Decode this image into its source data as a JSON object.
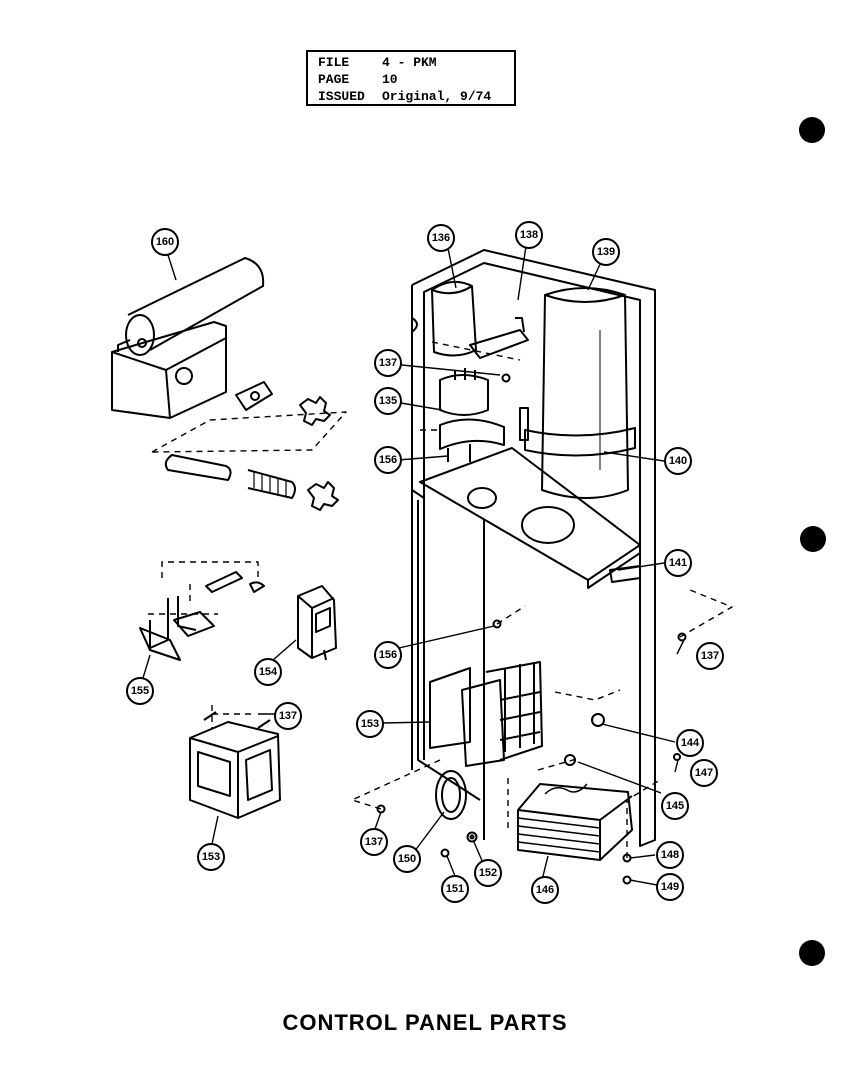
{
  "header": {
    "rows": [
      {
        "label": "FILE",
        "value": "4 - PKM"
      },
      {
        "label": "PAGE",
        "value": "10"
      },
      {
        "label": "ISSUED",
        "value": "Original, 9/74"
      }
    ]
  },
  "title": "CONTROL PANEL PARTS",
  "callouts": [
    {
      "id": "c160",
      "label": "160"
    },
    {
      "id": "c136",
      "label": "136"
    },
    {
      "id": "c138",
      "label": "138"
    },
    {
      "id": "c139",
      "label": "139"
    },
    {
      "id": "c137a",
      "label": "137"
    },
    {
      "id": "c135",
      "label": "135"
    },
    {
      "id": "c156a",
      "label": "156"
    },
    {
      "id": "c140",
      "label": "140"
    },
    {
      "id": "c141",
      "label": "141"
    },
    {
      "id": "c137b",
      "label": "137"
    },
    {
      "id": "c156b",
      "label": "156"
    },
    {
      "id": "c154",
      "label": "154"
    },
    {
      "id": "c155",
      "label": "155"
    },
    {
      "id": "c137c",
      "label": "137"
    },
    {
      "id": "c153a",
      "label": "153"
    },
    {
      "id": "c144",
      "label": "144"
    },
    {
      "id": "c147",
      "label": "147"
    },
    {
      "id": "c145",
      "label": "145"
    },
    {
      "id": "c137d",
      "label": "137"
    },
    {
      "id": "c153b",
      "label": "153"
    },
    {
      "id": "c150",
      "label": "150"
    },
    {
      "id": "c151",
      "label": "151"
    },
    {
      "id": "c152",
      "label": "152"
    },
    {
      "id": "c146",
      "label": "146"
    },
    {
      "id": "c148",
      "label": "148"
    },
    {
      "id": "c149",
      "label": "149"
    }
  ]
}
